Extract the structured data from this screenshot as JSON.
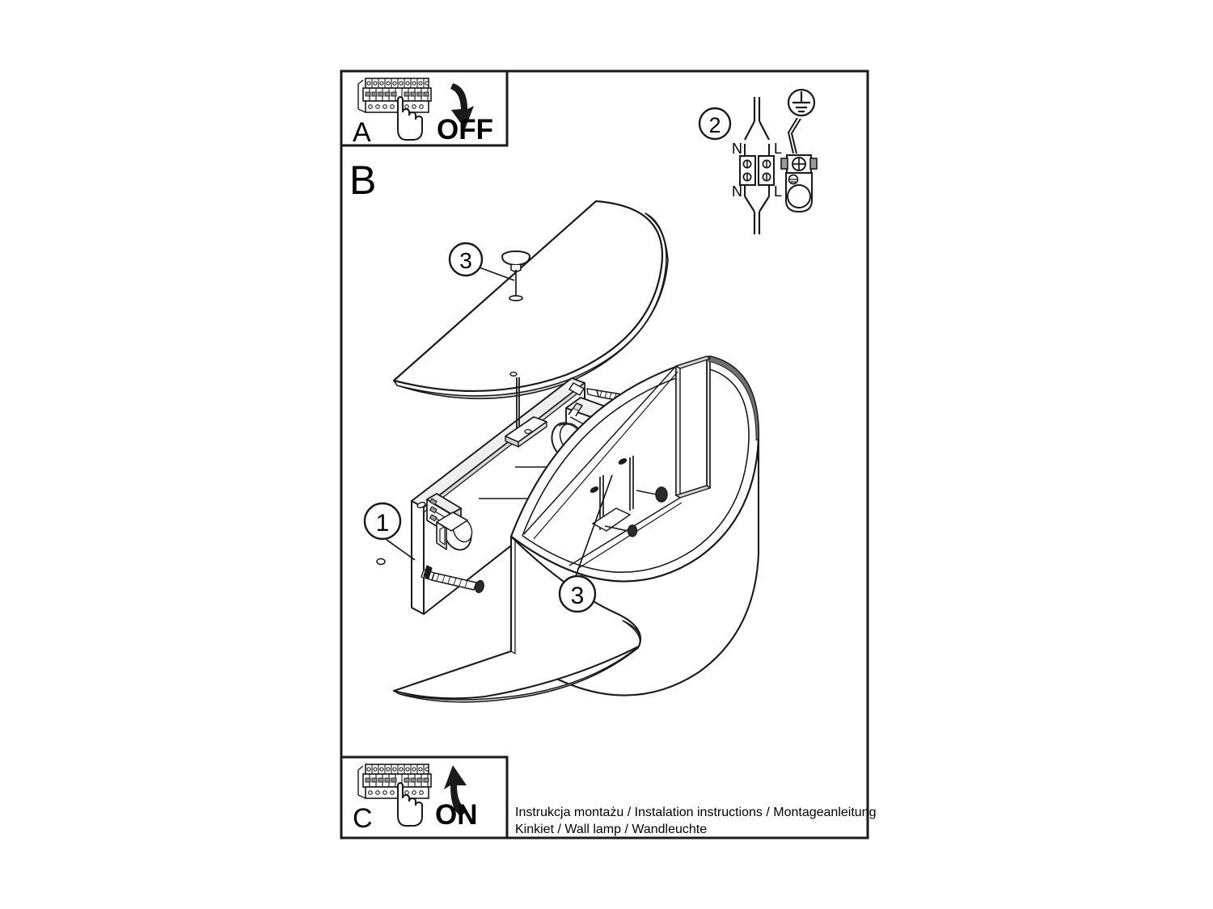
{
  "document": {
    "type": "installation-instruction-sheet",
    "title_line_1": "Instrukcja montażu / Instalation instructions / Montageanleitung",
    "title_line_2": "Kinkiet  / Wall lamp / Wandleuchte",
    "border_color": "#000000",
    "line_color": "#1a1a1a",
    "background": "#ffffff"
  },
  "steps": {
    "panel_a": {
      "label": "A",
      "action_text": "OFF",
      "icon_breaker": "circuit-breaker-panel-icon",
      "icon_hand": "hand-pointing-icon",
      "icon_arrow": "curved-arrow-down-icon"
    },
    "panel_b": {
      "label": "B",
      "callouts": [
        {
          "id": "3",
          "position": "upper-left",
          "target": "top-shade-thumbscrew"
        },
        {
          "id": "1",
          "position": "left",
          "target": "mounting-plate"
        },
        {
          "id": "3",
          "position": "lower-middle",
          "target": "bottom-shade"
        }
      ]
    },
    "panel_c": {
      "label": "C",
      "action_text": "ON",
      "icon_breaker": "circuit-breaker-panel-icon",
      "icon_hand": "hand-pointing-icon",
      "icon_arrow": "curved-arrow-up-icon"
    },
    "panel_2": {
      "label": "2",
      "terminal_labels_top": [
        "N",
        "L"
      ],
      "terminal_labels_bottom": [
        "N",
        "L"
      ],
      "icon_earth": "earth-ground-symbol-icon",
      "icon_terminal_block": "terminal-block-icon",
      "icon_earth_terminal": "earth-terminal-screw-icon"
    }
  }
}
